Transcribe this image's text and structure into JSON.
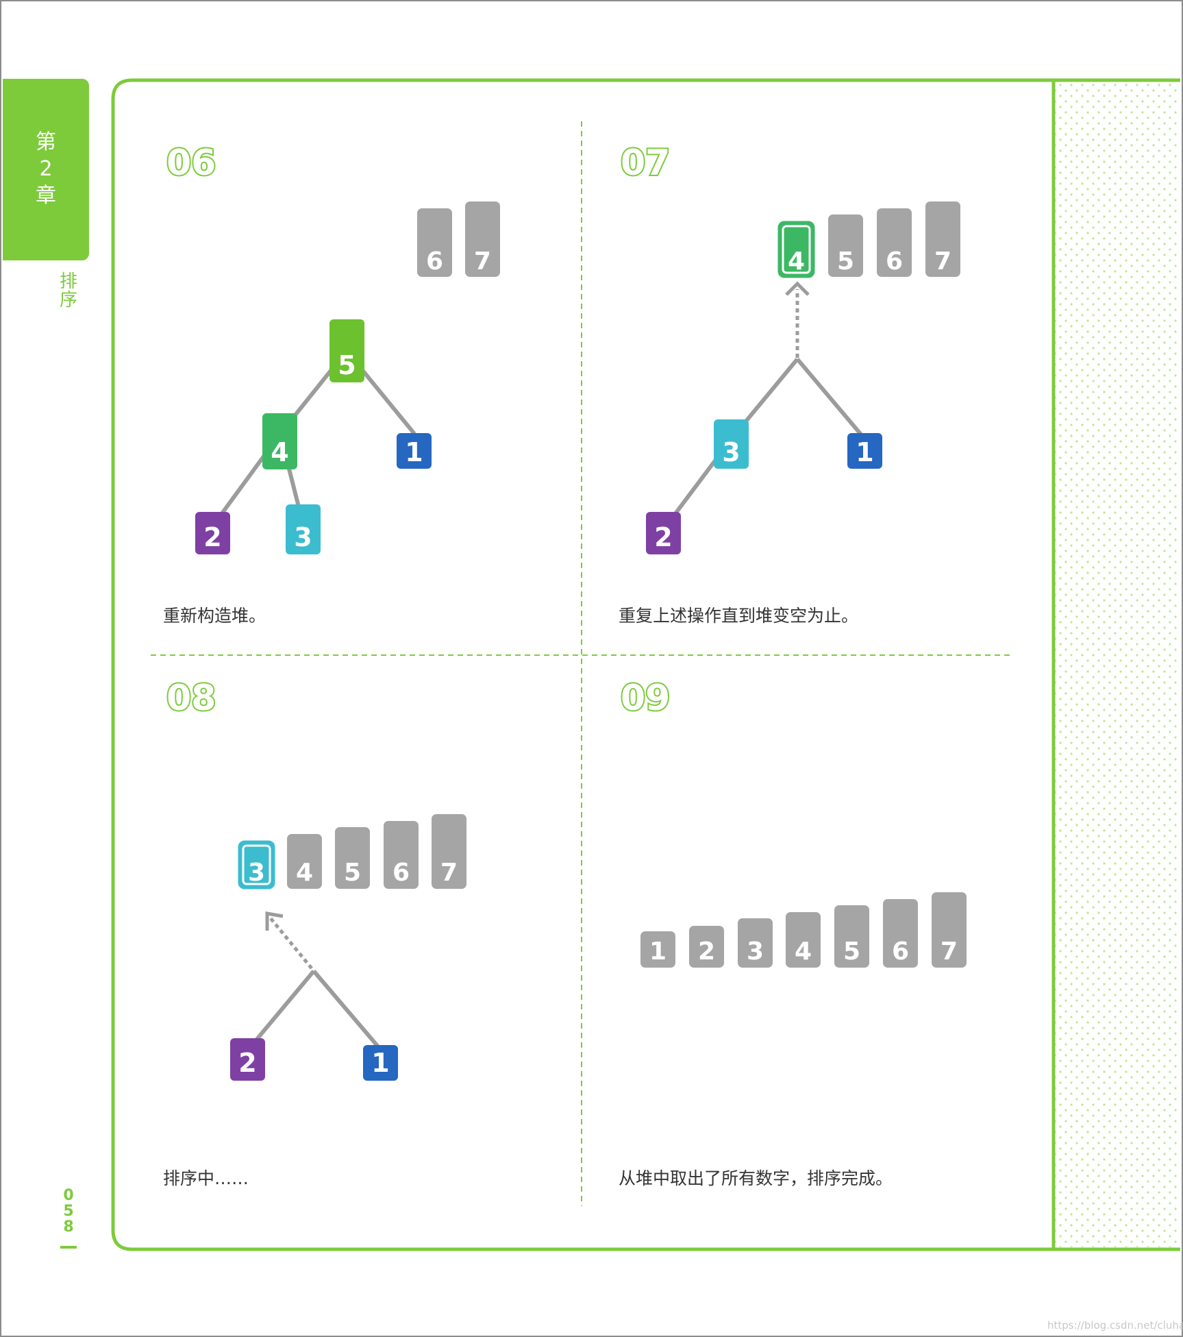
{
  "sidebar": {
    "chapter_prefix": "第",
    "chapter_number": "2",
    "chapter_suffix": "章",
    "section_char_1": "排",
    "section_char_2": "序",
    "page_digits": [
      "0",
      "5",
      "8"
    ]
  },
  "colors": {
    "accent_green": "#7dcb3b",
    "gray_block": "#a6a5a5",
    "node_5": "#6cc12e",
    "node_4": "#3cb864",
    "node_3": "#3cbccf",
    "node_2": "#7f40a4",
    "node_1": "#2567c1",
    "tree_edge": "#9c9c9c",
    "dot_pattern": "#bfe59a"
  },
  "panels": [
    {
      "step": "06",
      "caption": "重新构造堆。",
      "sorted_blocks": [
        "6",
        "7"
      ],
      "tree_nodes": [
        {
          "label": "5",
          "color_key": "node_5"
        },
        {
          "label": "4",
          "color_key": "node_4"
        },
        {
          "label": "1",
          "color_key": "node_1"
        },
        {
          "label": "2",
          "color_key": "node_2"
        },
        {
          "label": "3",
          "color_key": "node_3"
        }
      ],
      "edges": [
        [
          "5",
          "4"
        ],
        [
          "5",
          "1"
        ],
        [
          "4",
          "2"
        ],
        [
          "4",
          "3"
        ]
      ]
    },
    {
      "step": "07",
      "caption": "重复上述操作直到堆变空为止。",
      "sorted_blocks": [
        "4",
        "5",
        "6",
        "7"
      ],
      "highlighted_block": "4",
      "tree_nodes": [
        {
          "label": "3",
          "color_key": "node_3"
        },
        {
          "label": "1",
          "color_key": "node_1"
        },
        {
          "label": "2",
          "color_key": "node_2"
        }
      ],
      "edges": [
        [
          "root",
          "3"
        ],
        [
          "root",
          "1"
        ],
        [
          "3",
          "2"
        ]
      ]
    },
    {
      "step": "08",
      "caption": "排序中……",
      "sorted_blocks": [
        "3",
        "4",
        "5",
        "6",
        "7"
      ],
      "highlighted_block": "3",
      "tree_nodes": [
        {
          "label": "2",
          "color_key": "node_2"
        },
        {
          "label": "1",
          "color_key": "node_1"
        }
      ],
      "edges": [
        [
          "root",
          "2"
        ],
        [
          "root",
          "1"
        ]
      ]
    },
    {
      "step": "09",
      "caption": "从堆中取出了所有数字，排序完成。",
      "sorted_blocks": [
        "1",
        "2",
        "3",
        "4",
        "5",
        "6",
        "7"
      ]
    }
  ],
  "watermark": "https://blog.csdn.net/cluhab"
}
